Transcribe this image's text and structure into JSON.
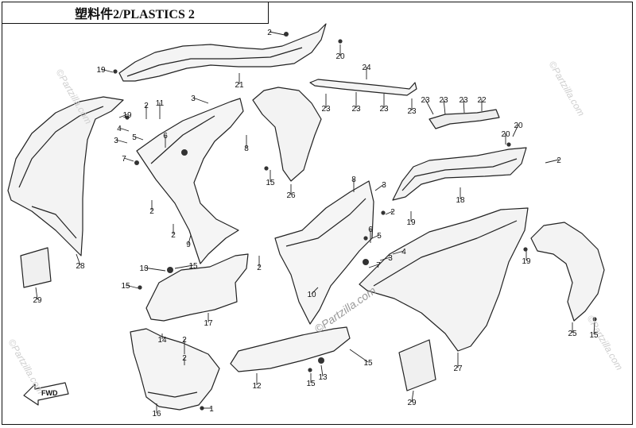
{
  "diagram": {
    "title": "塑料件2/PLASTICS 2",
    "direction_label": "FWD",
    "watermark": "©Partzilla.com",
    "callouts": [
      {
        "id": "c-2a",
        "label": "2"
      },
      {
        "id": "c-20a",
        "label": "20"
      },
      {
        "id": "c-19a",
        "label": "19"
      },
      {
        "id": "c-21",
        "label": "21"
      },
      {
        "id": "c-24",
        "label": "24"
      },
      {
        "id": "c-23a",
        "label": "23"
      },
      {
        "id": "c-23b",
        "label": "23"
      },
      {
        "id": "c-23c",
        "label": "23"
      },
      {
        "id": "c-23d",
        "label": "23"
      },
      {
        "id": "c-23e",
        "label": "23"
      },
      {
        "id": "c-23f",
        "label": "23"
      },
      {
        "id": "c-23g",
        "label": "23"
      },
      {
        "id": "c-22",
        "label": "22"
      },
      {
        "id": "c-20b",
        "label": "20"
      },
      {
        "id": "c-20c",
        "label": "20"
      },
      {
        "id": "c-2b",
        "label": "2"
      },
      {
        "id": "c-18",
        "label": "18"
      },
      {
        "id": "c-19b",
        "label": "19"
      },
      {
        "id": "c-19c",
        "label": "19"
      },
      {
        "id": "c-3a",
        "label": "3"
      },
      {
        "id": "c-2c",
        "label": "2"
      },
      {
        "id": "c-11",
        "label": "11"
      },
      {
        "id": "c-4a",
        "label": "4"
      },
      {
        "id": "c-5a",
        "label": "5"
      },
      {
        "id": "c-3b",
        "label": "3"
      },
      {
        "id": "c-6a",
        "label": "6"
      },
      {
        "id": "c-7a",
        "label": "7"
      },
      {
        "id": "c-19d",
        "label": "19"
      },
      {
        "id": "c-8a",
        "label": "8"
      },
      {
        "id": "c-15a",
        "label": "15"
      },
      {
        "id": "c-26",
        "label": "26"
      },
      {
        "id": "c-2d",
        "label": "2"
      },
      {
        "id": "c-2e",
        "label": "2"
      },
      {
        "id": "c-9",
        "label": "9"
      },
      {
        "id": "c-28",
        "label": "28"
      },
      {
        "id": "c-29a",
        "label": "29"
      },
      {
        "id": "c-13a",
        "label": "13"
      },
      {
        "id": "c-15b",
        "label": "15"
      },
      {
        "id": "c-15c",
        "label": "15"
      },
      {
        "id": "c-17",
        "label": "17"
      },
      {
        "id": "c-14",
        "label": "14"
      },
      {
        "id": "c-2f",
        "label": "2"
      },
      {
        "id": "c-2g",
        "label": "2"
      },
      {
        "id": "c-16",
        "label": "16"
      },
      {
        "id": "c-1",
        "label": "1"
      },
      {
        "id": "c-8b",
        "label": "8"
      },
      {
        "id": "c-3c",
        "label": "3"
      },
      {
        "id": "c-2h",
        "label": "2"
      },
      {
        "id": "c-5b",
        "label": "5"
      },
      {
        "id": "c-6b",
        "label": "6"
      },
      {
        "id": "c-3d",
        "label": "3"
      },
      {
        "id": "c-4b",
        "label": "4"
      },
      {
        "id": "c-7b",
        "label": "7"
      },
      {
        "id": "c-2i",
        "label": "2"
      },
      {
        "id": "c-10",
        "label": "10"
      },
      {
        "id": "c-12",
        "label": "12"
      },
      {
        "id": "c-15d",
        "label": "15"
      },
      {
        "id": "c-13b",
        "label": "13"
      },
      {
        "id": "c-15e",
        "label": "15"
      },
      {
        "id": "c-27",
        "label": "27"
      },
      {
        "id": "c-29b",
        "label": "29"
      },
      {
        "id": "c-25",
        "label": "25"
      },
      {
        "id": "c-15f",
        "label": "15"
      }
    ]
  }
}
